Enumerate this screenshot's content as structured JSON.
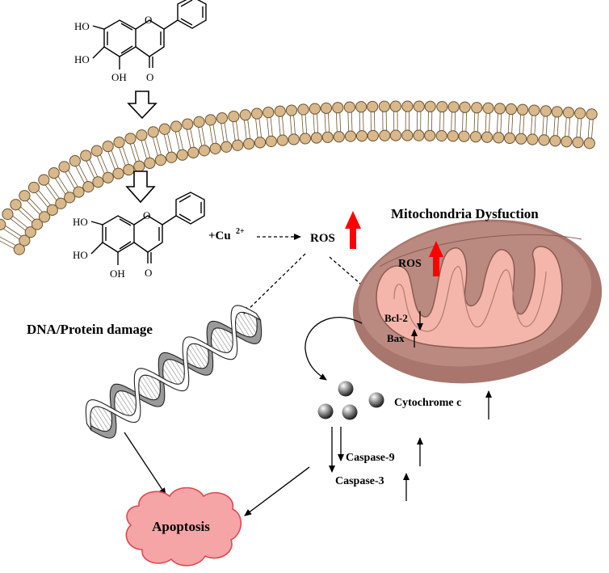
{
  "molecule_top": {
    "atoms": {
      "ho_1": "HO",
      "ho_2": "HO",
      "oh_bottom": "OH",
      "ring_o": "O",
      "carbonyl_o": "O"
    }
  },
  "molecule_mid": {
    "atoms": {
      "ho_1": "HO",
      "ho_2": "HO",
      "oh_bottom": "OH",
      "ring_o": "O",
      "carbonyl_o": "O"
    }
  },
  "labels": {
    "cu_plus": "+Cu",
    "cu_charge": "2+",
    "ros_main": "ROS",
    "ros_mito": "ROS",
    "mito_title": "Mitochondria Dysfuction",
    "bcl2": "Bcl-2",
    "bax": "Bax",
    "dna_damage": "DNA/Protein damage",
    "cytochrome": "Cytochrome c",
    "caspase9": "Caspase-9",
    "caspase3": "Caspase-3",
    "apoptosis": "Apoptosis"
  },
  "colors": {
    "lipid_head": "#d9b98c",
    "mito_outer": "#b07f76",
    "mito_inner": "#f4b6aa",
    "apoptosis_fill": "#f6a5a6",
    "apoptosis_stroke": "#e0484f",
    "up_arrow_red": "#ff0000",
    "dna_gray": "#9a9a9a"
  }
}
